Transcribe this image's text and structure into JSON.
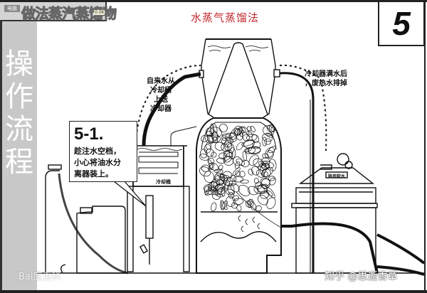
{
  "header": {
    "small_tag": "电脑",
    "title": "做法蒸汽蒸馏物",
    "badge": "0.0K"
  },
  "side_title": "操作流程",
  "main_title": "水蒸气蒸馏法",
  "step_number": "5",
  "callout": {
    "heading": "5-1.",
    "body": "趁注水空档，\n小心将油水分\n离器装上。"
  },
  "labels": {
    "tap_water": "自来水从\n冷却桶\n上送\n冷却器",
    "waste_water": "冷却器满水后\n，废热水排掉",
    "cooling_bucket": "冷却桶",
    "boiler_tag": "限用软水"
  },
  "watermarks": {
    "baidu": "Bai度百科",
    "zhihu": "知乎 @思逝香草"
  },
  "colors": {
    "title_red": "#c0272d",
    "side_band_gray": "#c8c8c8",
    "line_black": "#111111"
  }
}
